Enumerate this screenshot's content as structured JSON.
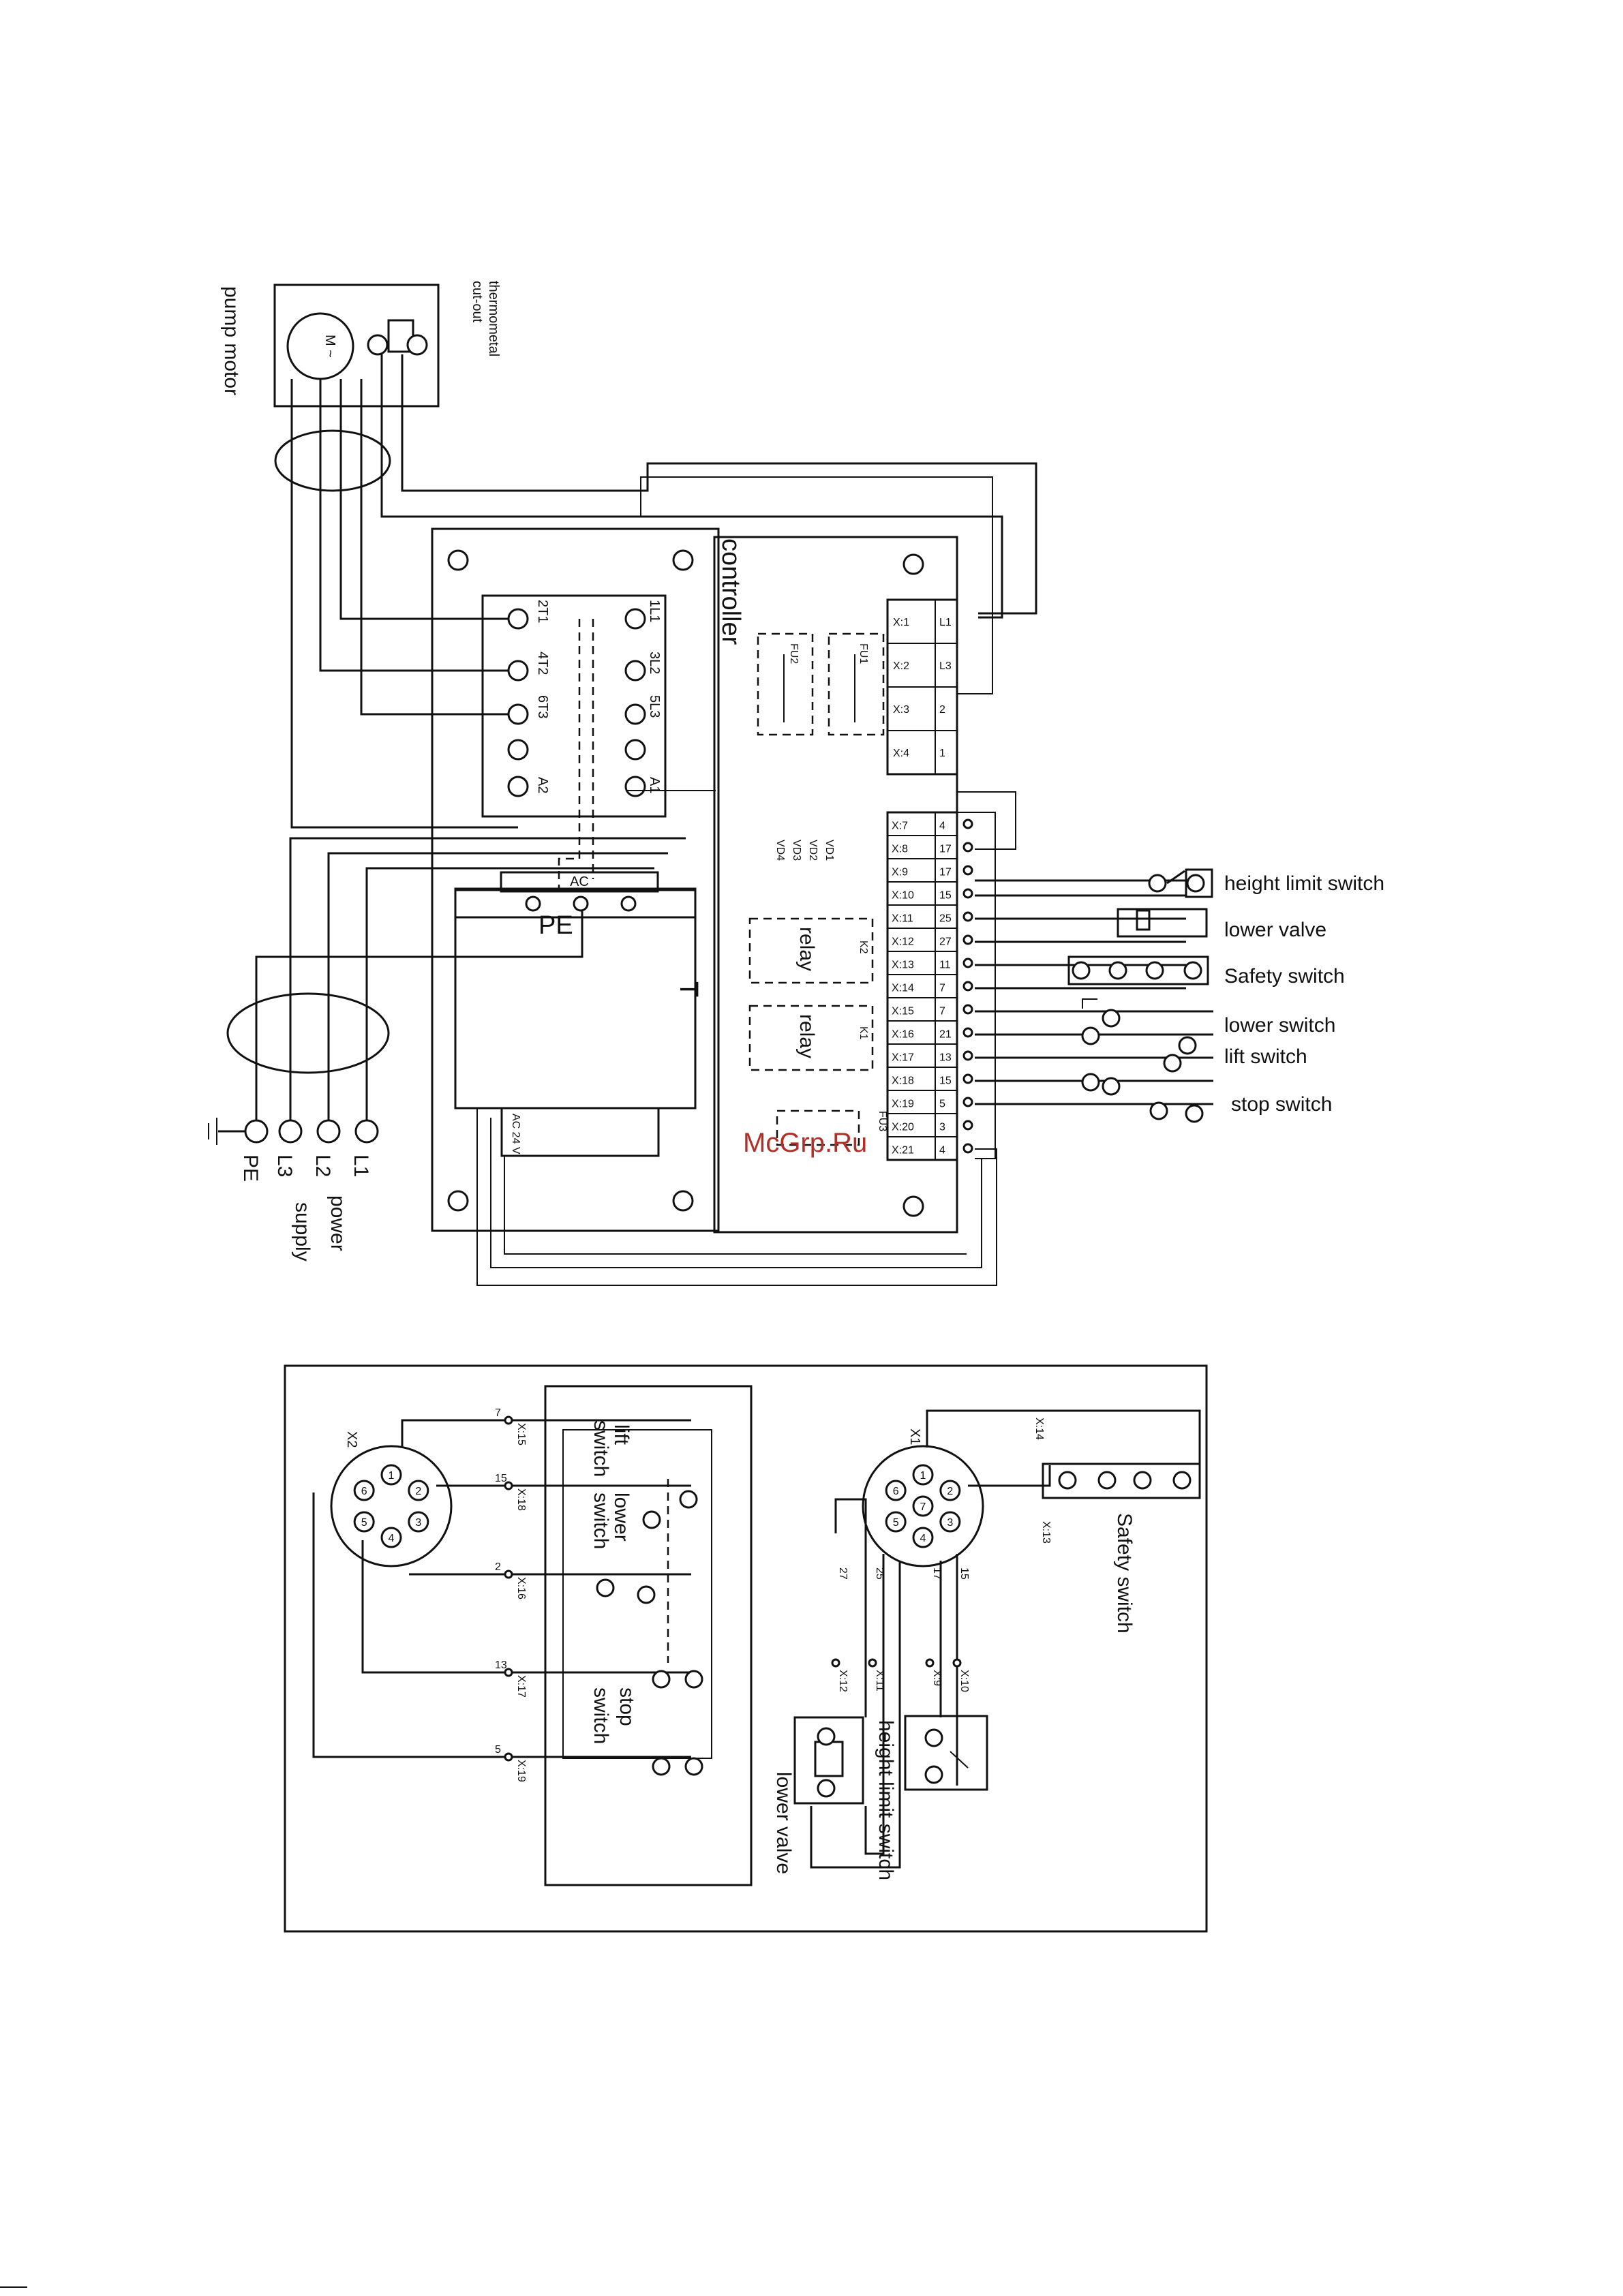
{
  "watermark": "McGrp.Ru",
  "motor": {
    "pump_motor": "pump motor",
    "thermal_cutout_1": "thermometal",
    "thermal_cutout_2": "cut-out",
    "motor_symbol": "M ~"
  },
  "power": {
    "terminals": [
      "L1",
      "L2",
      "L3",
      "PE"
    ],
    "label_1": "power",
    "label_2": "supply"
  },
  "contactor": {
    "top_terminals": [
      "1L1",
      "3L2",
      "5L3"
    ],
    "bottom_terminals": [
      "2T1",
      "4T2",
      "6T3"
    ],
    "coil": [
      "A1",
      "A2"
    ]
  },
  "transformer": {
    "letter": "T",
    "pe": "PE",
    "ac_in": "AC",
    "ac_out": "AC 24 V"
  },
  "controller": {
    "title": "controller",
    "fuses": [
      "FU1",
      "FU2",
      "FU3"
    ],
    "relays": [
      {
        "tag": "K2",
        "label": "relay"
      },
      {
        "tag": "K1",
        "label": "relay"
      }
    ],
    "diodes": [
      "VD1",
      "VD2",
      "VD3",
      "VD4"
    ],
    "power_rows": [
      {
        "x": "X:1",
        "t": "L1"
      },
      {
        "x": "X:2",
        "t": "L3"
      },
      {
        "x": "X:3",
        "t": "2"
      },
      {
        "x": "X:4",
        "t": "1"
      }
    ],
    "io_rows": [
      {
        "x": "X:7",
        "t": "4"
      },
      {
        "x": "X:8",
        "t": "17"
      },
      {
        "x": "X:9",
        "t": "17"
      },
      {
        "x": "X:10",
        "t": "15"
      },
      {
        "x": "X:11",
        "t": "25"
      },
      {
        "x": "X:12",
        "t": "27"
      },
      {
        "x": "X:13",
        "t": "11"
      },
      {
        "x": "X:14",
        "t": "7"
      },
      {
        "x": "X:15",
        "t": "7"
      },
      {
        "x": "X:16",
        "t": "21"
      },
      {
        "x": "X:17",
        "t": "13"
      },
      {
        "x": "X:18",
        "t": "15"
      },
      {
        "x": "X:19",
        "t": "5"
      },
      {
        "x": "X:20",
        "t": "3"
      },
      {
        "x": "X:21",
        "t": "4"
      }
    ]
  },
  "devices": {
    "height_limit_switch": "height limit switch",
    "lower_valve": "lower valve",
    "safety_switch": "Safety switch",
    "lower_switch": "lower switch",
    "lift_switch": "lift switch",
    "stop_switch": "stop switch"
  },
  "lower_diagram": {
    "left": {
      "connector": "X2",
      "lift_1": "lift",
      "lift_2": "switch",
      "lower_1": "lower",
      "lower_2": "switch",
      "stop_1": "stop",
      "stop_2": "switch",
      "wires": [
        {
          "n": "7",
          "x": "X:15"
        },
        {
          "n": "15",
          "x": "X:18"
        },
        {
          "n": "2",
          "x": "X:16"
        },
        {
          "n": "13",
          "x": "X:17"
        },
        {
          "n": "5",
          "x": "X:19"
        }
      ],
      "pins": [
        "1",
        "2",
        "3",
        "4",
        "5",
        "6"
      ]
    },
    "right": {
      "connector": "X1",
      "safety_switch": "Safety switch",
      "height_1": "height limit switch",
      "lower_valve": "lower valve",
      "top_tags": [
        "X:14",
        "X:13"
      ],
      "wires": [
        {
          "n": "27",
          "x": "X:12"
        },
        {
          "n": "25",
          "x": "X:11"
        },
        {
          "n": "17",
          "x": "X:9"
        },
        {
          "n": "15",
          "x": "X:10"
        }
      ],
      "pins": [
        "1",
        "2",
        "3",
        "4",
        "5",
        "6",
        "7"
      ]
    }
  }
}
